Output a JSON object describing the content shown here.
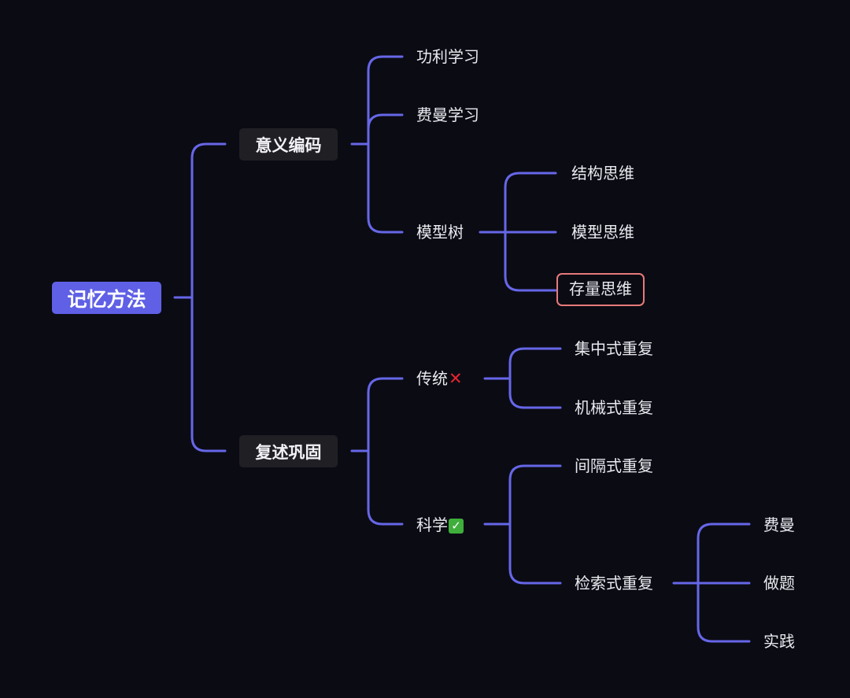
{
  "mindmap": {
    "root": {
      "label": "记忆方法"
    },
    "branch_encoding": {
      "label": "意义编码",
      "children": {
        "feynman_practice": "功利学习",
        "feynman": "费曼学习",
        "model_tree": {
          "label": "模型树",
          "children": {
            "structure": "结构思维",
            "model": "模型思维",
            "stock": "存量思维"
          }
        }
      }
    },
    "branch_review": {
      "label": "复述巩固",
      "children": {
        "traditional": {
          "label": "传统",
          "mark": "✕",
          "mark_icon": "cross-mark-icon",
          "children": {
            "massed": "集中式重复",
            "mechanical": "机械式重复"
          }
        },
        "science": {
          "label": "科学",
          "mark": "✓",
          "mark_icon": "check-mark-icon",
          "children": {
            "spaced": "间隔式重复",
            "retrieval": {
              "label": "检索式重复",
              "children": {
                "feynman": "费曼",
                "exercises": "做题",
                "practice": "实践"
              }
            }
          }
        }
      }
    },
    "highlighted_node": "存量思维",
    "colors": {
      "background": "#0b0b14",
      "connector": "#6667e8",
      "root_fill": "#5f60e6",
      "branch_fill": "#1f1f24",
      "highlight_border": "#e87a7a",
      "cross": "#e8242f",
      "check": "#3fae3c"
    }
  }
}
